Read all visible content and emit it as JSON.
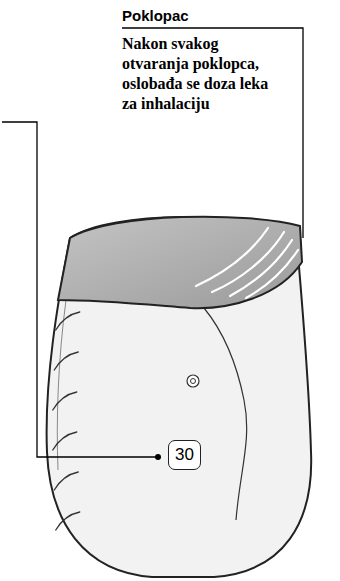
{
  "diagram": {
    "nodes": [
      {
        "text": [
          "30"
        ]
      }
    ],
    "labels": [
      "Poklopac",
      "Nakon svakog otvaranja poklopca, oslobađa se doza leka za inhalaciju"
    ]
  }
}
